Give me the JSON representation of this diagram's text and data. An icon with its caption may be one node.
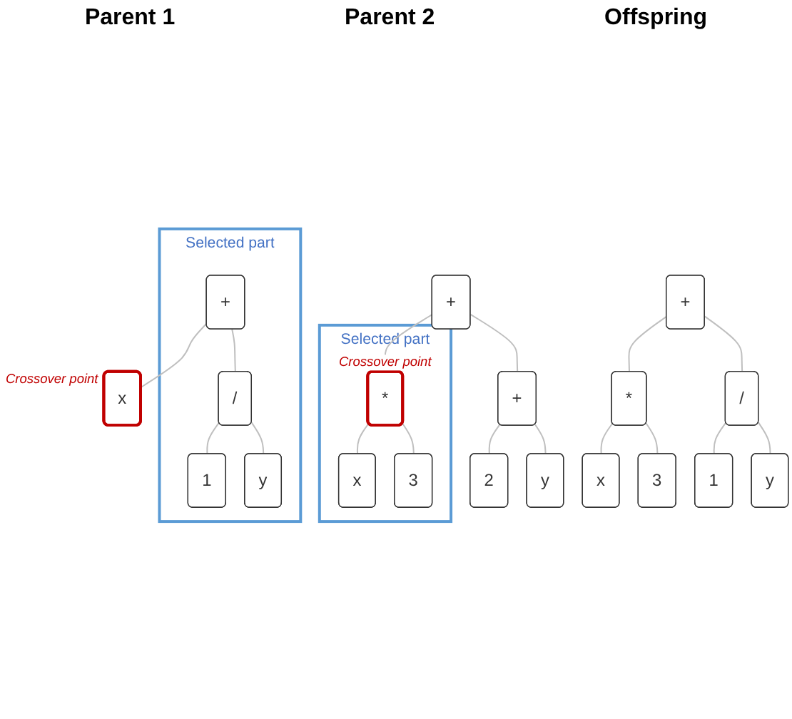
{
  "diagram": {
    "nodes": [
      {
        "text": [
          "Selected part"
        ]
      },
      {
        "text": [
          "+"
        ],
        "in": 0
      },
      {
        "text": [
          "x"
        ],
        "beside": [
          "Crossover point"
        ]
      },
      {
        "text": [
          "/"
        ],
        "in": 0
      },
      {
        "text": [
          "1"
        ],
        "in": 0
      },
      {
        "text": [
          "y"
        ],
        "in": 0
      },
      {
        "text": [
          "+"
        ]
      },
      {
        "text": [
          "Selected part"
        ]
      },
      {
        "text": [
          "*"
        ],
        "in": 7,
        "beside": [
          "Crossover point"
        ]
      },
      {
        "text": [
          "+"
        ]
      },
      {
        "text": [
          "x"
        ],
        "in": 7
      },
      {
        "text": [
          "3"
        ],
        "in": 7
      },
      {
        "text": [
          "2"
        ]
      },
      {
        "text": [
          "y"
        ]
      },
      {
        "text": [
          "+"
        ]
      },
      {
        "text": [
          "*"
        ]
      },
      {
        "text": [
          "/"
        ]
      },
      {
        "text": [
          "x"
        ]
      },
      {
        "text": [
          "3"
        ]
      },
      {
        "text": [
          "1"
        ]
      },
      {
        "text": [
          "y"
        ]
      }
    ],
    "edges": [
      {
        "from": 1,
        "to": 2,
        "arrow": "none"
      },
      {
        "from": 1,
        "to": 3,
        "arrow": "none"
      },
      {
        "from": 3,
        "to": 4,
        "arrow": "none"
      },
      {
        "from": 3,
        "to": 5,
        "arrow": "none"
      },
      {
        "from": 6,
        "to": 8,
        "arrow": "none"
      },
      {
        "from": 6,
        "to": 9,
        "arrow": "none"
      },
      {
        "from": 8,
        "to": 10,
        "arrow": "none"
      },
      {
        "from": 8,
        "to": 11,
        "arrow": "none"
      },
      {
        "from": 9,
        "to": 12,
        "arrow": "none"
      },
      {
        "from": 9,
        "to": 13,
        "arrow": "none"
      },
      {
        "from": 14,
        "to": 15,
        "arrow": "none"
      },
      {
        "from": 14,
        "to": 16,
        "arrow": "none"
      },
      {
        "from": 15,
        "to": 17,
        "arrow": "none"
      },
      {
        "from": 15,
        "to": 18,
        "arrow": "none"
      },
      {
        "from": 16,
        "to": 19,
        "arrow": "none"
      },
      {
        "from": 16,
        "to": 20,
        "arrow": "none"
      }
    ],
    "labels": [
      "Parent 1",
      "Parent 2",
      "Offspring"
    ]
  }
}
